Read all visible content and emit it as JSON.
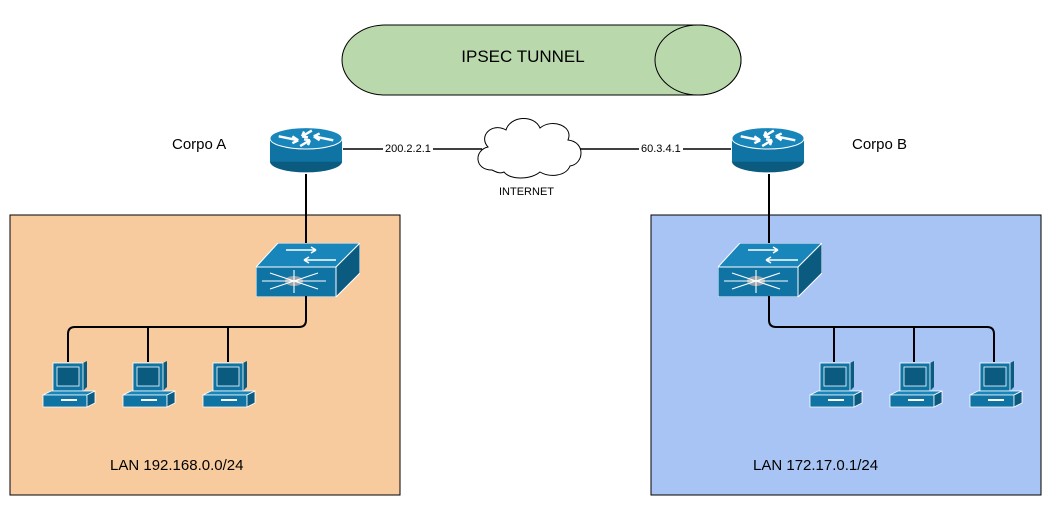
{
  "tunnel": {
    "label": "IPSEC TUNNEL"
  },
  "internet": {
    "label": "INTERNET"
  },
  "sites": [
    {
      "name": "Corpo A",
      "router_ip": "200.2.2.1",
      "lan": "LAN 192.168.0.0/24",
      "color": "#f8cb9e",
      "pc_count": 3
    },
    {
      "name": "Corpo B",
      "router_ip": "60.3.4.1",
      "lan": "LAN 172.17.0.1/24",
      "color": "#a8c4f4",
      "pc_count": 3
    }
  ],
  "colors": {
    "tunnel_fill": "#b9d8ac",
    "device_fill": "#0f74a4",
    "device_dark": "#0b5a80",
    "line": "#000000"
  }
}
